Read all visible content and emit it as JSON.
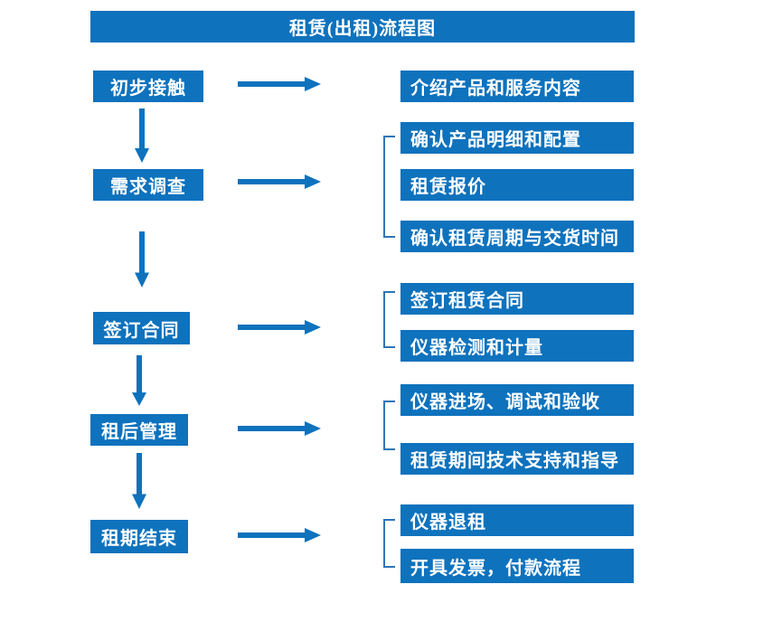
{
  "title": "租赁(出租)流程图",
  "colors": {
    "primary": "#0E72BD",
    "connector": "#2E75B6",
    "text_on_primary": "#FFFFFF",
    "background": "#FFFFFF"
  },
  "icons": {
    "arrow_right": "→",
    "arrow_down": "↓",
    "bracket": "["
  },
  "steps": [
    {
      "label": "初步接触",
      "outputs": [
        "介绍产品和服务内容"
      ]
    },
    {
      "label": "需求调查",
      "outputs": [
        "确认产品明细和配置",
        "租赁报价",
        "确认租赁周期与交货时间"
      ]
    },
    {
      "label": "签订合同",
      "outputs": [
        "签订租赁合同",
        "仪器检测和计量"
      ]
    },
    {
      "label": "租后管理",
      "outputs": [
        "仪器进场、调试和验收",
        "租赁期间技术支持和指导"
      ]
    },
    {
      "label": "租期结束",
      "outputs": [
        "仪器退租",
        "开具发票，付款流程"
      ]
    }
  ]
}
